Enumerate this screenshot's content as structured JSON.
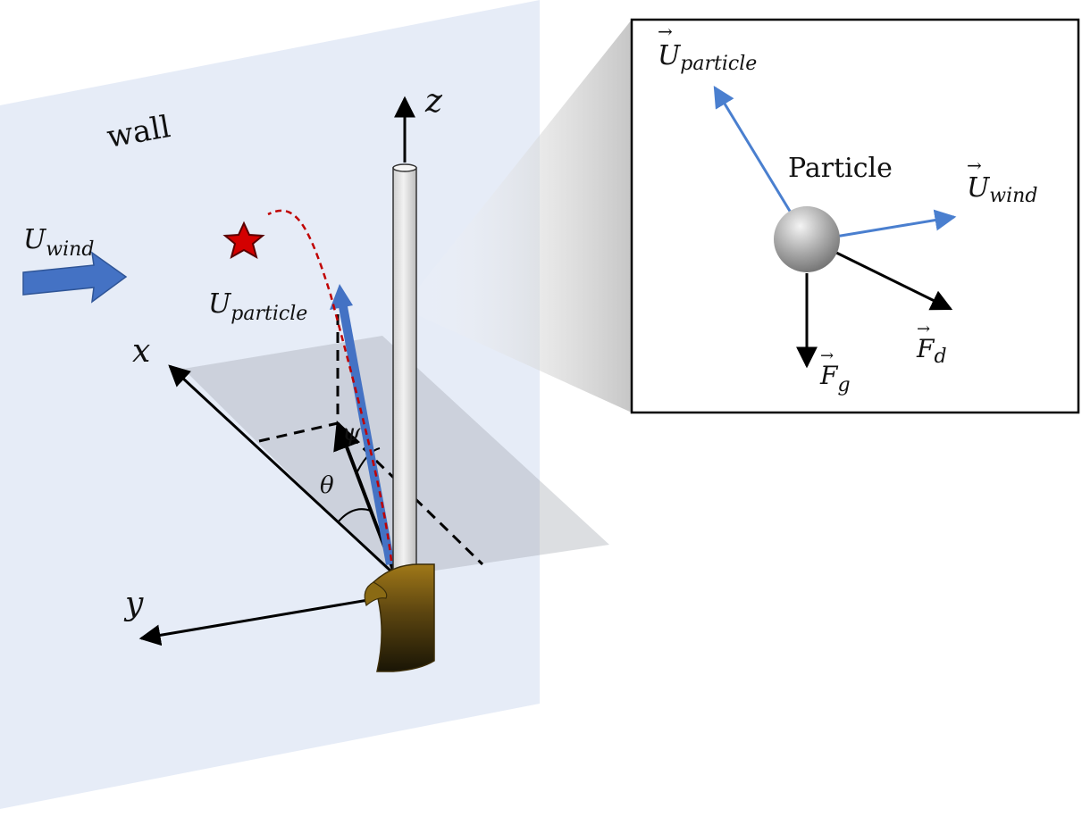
{
  "labels": {
    "wall": "wall",
    "u_wind": "U",
    "u_wind_sub": "wind",
    "u_particle": "U",
    "u_particle_sub": "particle",
    "axis_x": "x",
    "axis_y": "y",
    "axis_z": "z",
    "theta": "θ",
    "psi": "ψ"
  },
  "inset": {
    "particle_label": "Particle",
    "u_particle": "U",
    "u_particle_sub": "particle",
    "u_wind": "U",
    "u_wind_sub": "wind",
    "f_d": "F",
    "f_d_sub": "d",
    "f_g": "F",
    "f_g_sub": "g",
    "vector_mark": "→"
  },
  "colors": {
    "wall": "#e6ecf7",
    "ground": "#c8ccd2",
    "blue_arrow": "#4472c4",
    "inset_vector": "#4a7fcf",
    "trajectory": "#c00000",
    "star": "#d40000",
    "mount": "#7a5a10"
  }
}
